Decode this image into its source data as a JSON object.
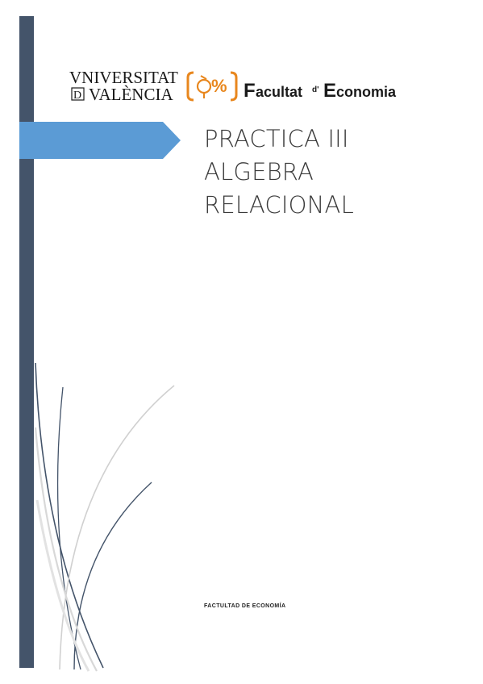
{
  "logo": {
    "university_line1": "VNIVERSITAT",
    "university_line2": "VALÈNCIA",
    "university_mark": "D",
    "symbol": "%",
    "faculty_big_f": "F",
    "faculty_rest": "acultat",
    "faculty_d": "d'",
    "faculty_big_e": "E",
    "faculty_econ": "conomia",
    "accent_color": "#e8871e"
  },
  "title": {
    "lines": [
      "PRACTICA III",
      "ALGEBRA",
      "RELACIONAL"
    ]
  },
  "footer": {
    "text": "FACTULTAD DE ECONOMÍA"
  },
  "colors": {
    "sidebar": "#44546a",
    "arrow": "#5b9bd5",
    "curve_dark": "#44546a",
    "curve_light": "#d0d0d0"
  }
}
